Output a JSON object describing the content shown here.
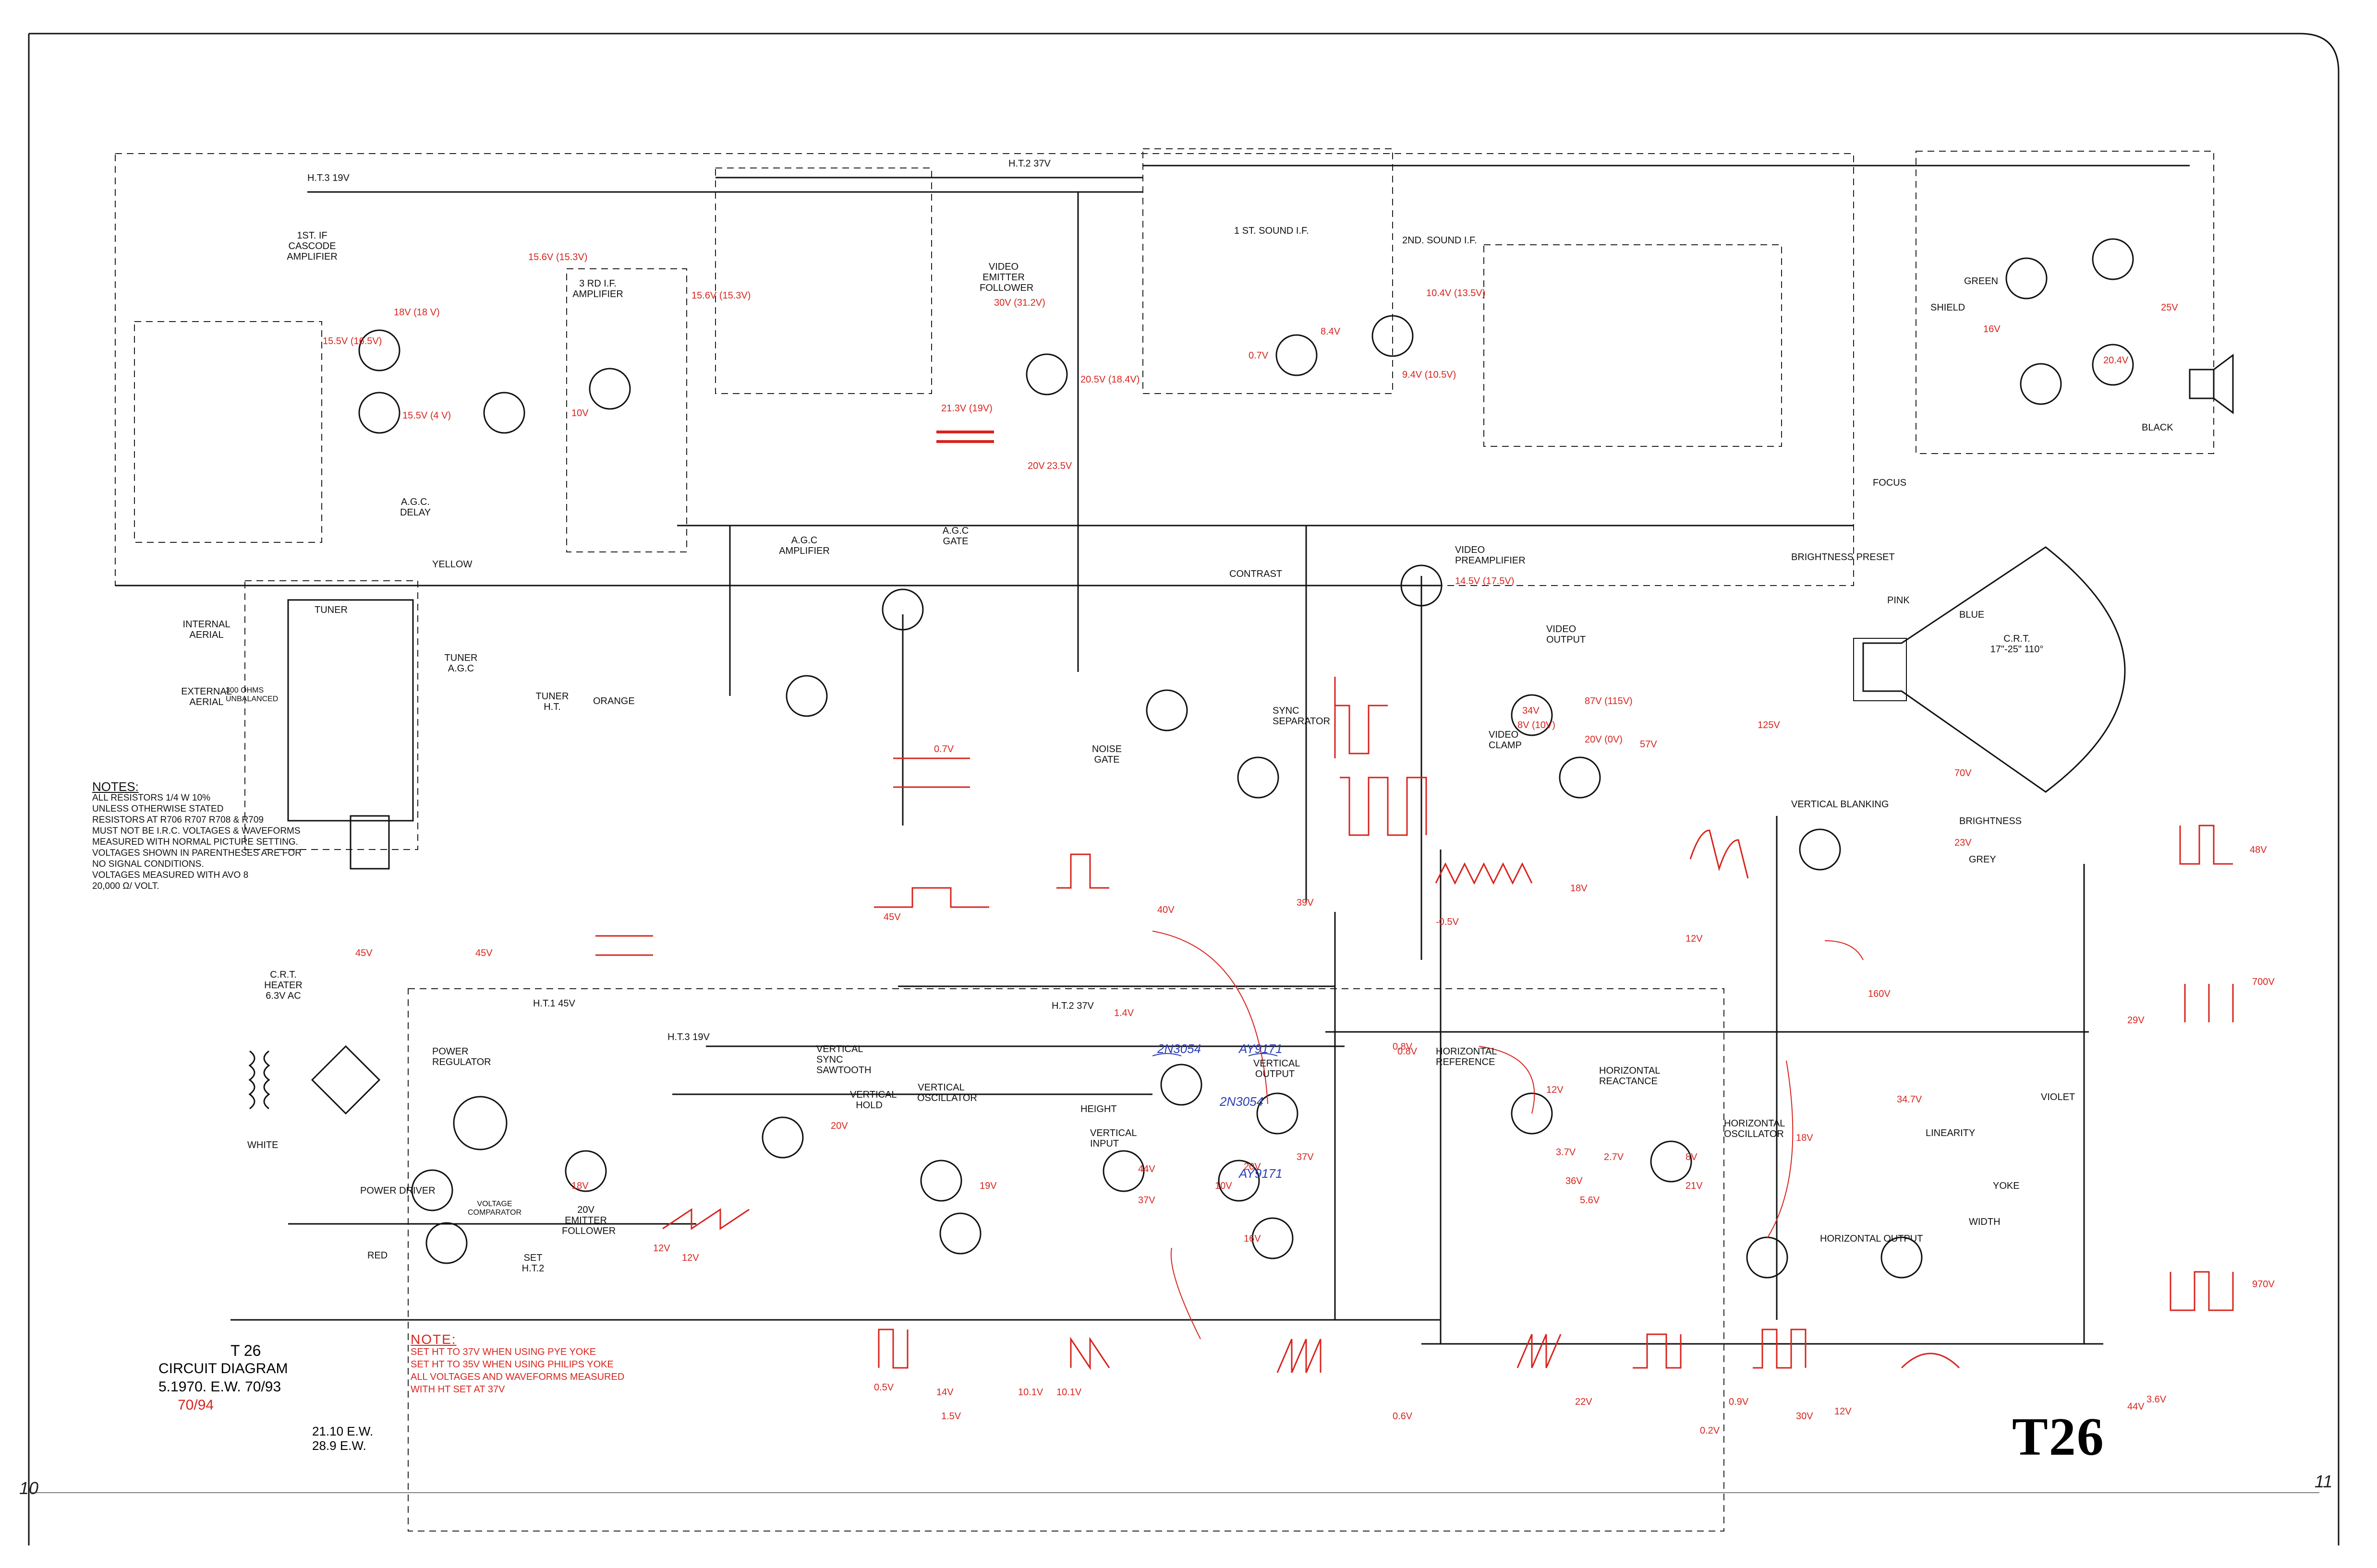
{
  "title": "T26",
  "page_numbers": {
    "left": "10",
    "right": "11"
  },
  "caption": {
    "model": "T 26",
    "heading": "CIRCUIT DIAGRAM",
    "revision": "5.1970. E.W. 70/93",
    "revision_handwritten": "70/94",
    "dates": [
      "21.10 E.W.",
      "28.9 E.W."
    ]
  },
  "notes": {
    "heading": "NOTES:",
    "lines": [
      "ALL RESISTORS 1/4 W 10%",
      "UNLESS OTHERWISE STATED",
      "RESISTORS AT R706 R707 R708 & R709",
      "MUST NOT BE I.R.C. VOLTAGES & WAVEFORMS",
      "MEASURED WITH NORMAL PICTURE SETTING.",
      "VOLTAGES SHOWN IN PARENTHESES ARE FOR",
      "NO SIGNAL CONDITIONS.",
      "VOLTAGES MEASURED WITH AVO 8",
      "20,000 Ω/ VOLT."
    ]
  },
  "red_note": {
    "heading": "NOTE:",
    "lines": [
      "SET HT TO 37V WHEN USING PYE YOKE",
      "SET HT TO 35V WHEN USING PHILIPS YOKE",
      "ALL VOLTAGES AND WAVEFORMS MEASURED",
      "WITH HT SET AT 37V"
    ]
  },
  "stage_labels": {
    "if1": "1ST. IF CASCODE AMPLIFIER",
    "if3": "3 RD I.F. AMPLIFIER",
    "video_emitter": "VIDEO EMITTER FOLLOWER",
    "sound_if1": "1 ST. SOUND I.F.",
    "sound_if2": "2ND. SOUND I.F.",
    "agc_amp": "A.G.C AMPLIFIER",
    "agc_gate": "A.G.C GATE",
    "agc_delay": "A.G.C. DELAY",
    "contrast": "CONTRAST",
    "video_pre": "VIDEO PREAMPLIFIER",
    "video_out": "VIDEO OUTPUT",
    "video_clamp": "VIDEO CLAMP",
    "sync_sep": "SYNC SEPARATOR",
    "noise_gate": "NOISE GATE",
    "tuner": "TUNER",
    "tuner_agc": "TUNER A.G.C",
    "tuner_ht": "TUNER H.T.",
    "internal_aerial": "INTERNAL AERIAL",
    "external_aerial": "EXTERNAL AERIAL",
    "external_note": "300 OHMS UNBALANCED",
    "focus": "FOCUS",
    "brightness_preset": "BRIGHTNESS PRESET",
    "brightness": "BRIGHTNESS",
    "vertical_blanking": "VERTICAL BLANKING",
    "crt": "C.R.T. 17\"-25\" 110°",
    "power_regulator": "POWER REGULATOR",
    "power_driver": "POWER DRIVER",
    "voltage_comparator": "VOLTAGE COMPARATOR",
    "emitter_follower_20v": "20V EMITTER FOLLOWER",
    "vertical_sync": "VERTICAL SYNC SAWTOOTH",
    "vertical_hold": "VERTICAL HOLD",
    "vertical_osc": "VERTICAL OSCILLATOR",
    "vertical_input": "VERTICAL INPUT",
    "vertical_output": "VERTICAL OUTPUT",
    "height": "HEIGHT",
    "horizontal_reference": "HORIZONTAL REFERENCE",
    "horizontal_reactance": "HORIZONTAL REACTANCE",
    "horizontal_oscillator": "HORIZONTAL OSCILLATOR",
    "horizontal_output": "HORIZONTAL OUTPUT",
    "linearity": "LINEARITY",
    "width": "WIDTH",
    "yoke": "YOKE",
    "crt_heater": "C.R.T. HEATER 6.3V AC",
    "set_ht": "SET H.T.2"
  },
  "rail_labels": [
    "H.T.3 19V",
    "H.T.2 37V",
    "H.T.1 45V",
    "H.T.3 19V",
    "H.T.2 37V"
  ],
  "wire_colors": [
    "YELLOW",
    "ORANGE",
    "GREEN",
    "SHIELD",
    "BLACK",
    "PINK",
    "BLUE",
    "GREY",
    "RED",
    "WHITE",
    "VIOLET"
  ],
  "handwritten_voltages": [
    "15.5V (16.5V)",
    "18V (18 V)",
    "15.5V (4 V)",
    "15.6V (15.3V)",
    "15.6V (15.3V)",
    "10V",
    "30V (31.2V)",
    "21.3V (19V)",
    "20.5V (18.4V)",
    "20V",
    "23.5V",
    "0.7V",
    "8.4V",
    "10.4V (13.5V)",
    "9.4V (10.5V)",
    "16V",
    "25V",
    "20.4V",
    "14.5V (17.5V)",
    "34V",
    "8V (10V)",
    "87V (115V)",
    "20V (0V)",
    "57V",
    "125V",
    "70V",
    "23V",
    "48V",
    "45V",
    "45V",
    "45V",
    "40V",
    "39V",
    "18V",
    "12V",
    "-0.5V",
    "20V",
    "12V",
    "18V",
    "12V",
    "19V",
    "20V",
    "16V",
    "37V",
    "44V",
    "37V",
    "3.7V",
    "36V",
    "5.6V",
    "2.7V",
    "8V",
    "12V",
    "21V",
    "18V",
    "34.7V",
    "160V",
    "700V",
    "970V",
    "1.5V",
    "29V",
    "0.8V",
    "22V",
    "0.9V",
    "0.2V",
    "30V",
    "12V",
    "44V",
    "3.6V",
    "0.6V",
    "0.5V",
    "14V",
    "10.1V",
    "10.1V",
    "10V",
    "1.4V",
    "0.7V",
    "0.8V"
  ],
  "handwritten_parts": [
    "2N3054",
    "AY9171",
    "2N3054",
    "AY9171"
  ],
  "colors": {
    "ink": "#111111",
    "annotation_red": "#d8241d",
    "annotation_blue": "#2b3fb8",
    "paper": "#ffffff"
  }
}
